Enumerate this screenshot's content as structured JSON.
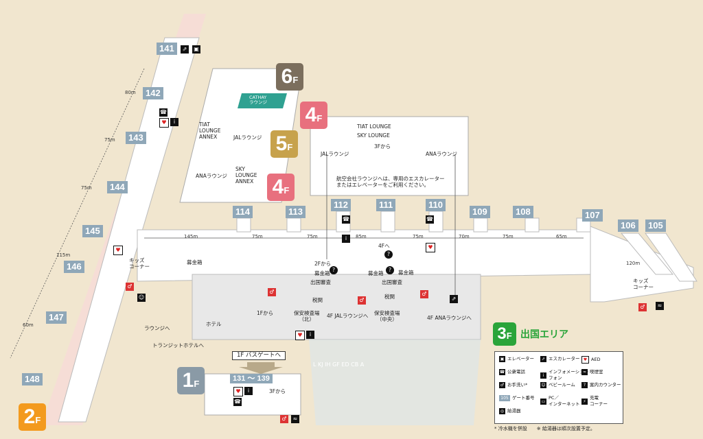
{
  "floors": {
    "f2": "2",
    "f3": "3",
    "f4a": "4",
    "f4b": "4",
    "f5": "5",
    "f6": "6",
    "f1": "1",
    "suffix": "F"
  },
  "area_title": "出国エリア",
  "gates": [
    "141",
    "142",
    "143",
    "144",
    "145",
    "146",
    "147",
    "148",
    "114",
    "113",
    "112",
    "111",
    "110",
    "109",
    "108",
    "107",
    "106",
    "105"
  ],
  "bus_gates": "131 〜 139",
  "bus_banner": "1F バスゲートへ",
  "distances": [
    "80m",
    "75m",
    "75m",
    "115m",
    "60m",
    "145m",
    "75m",
    "75m",
    "85m",
    "75m",
    "70m",
    "75m",
    "65m",
    "120m"
  ],
  "labels": {
    "cathay": "CATHAY\nラウンジ",
    "tiat_annex": "TIAT\nLOUNGE\nANNEX",
    "jal_lounge6": "JALラウンジ",
    "ana_lounge5": "ANAラウンジ",
    "sky_annex": "SKY\nLOUNGE\nANNEX",
    "tiat_lounge": "TIAT LOUNGE",
    "sky_lounge": "SKY LOUNGE",
    "from3f": "3Fから",
    "jal_lounge4": "JALラウンジ",
    "ana_lounge4": "ANAラウンジ",
    "lounge_note": "航空会社ラウンジへは、専用のエスカレーター\nまたはエレベーターをご利用ください。",
    "kids_w": "キッズ\nコーナー",
    "kids_e": "キッズ\nコーナー",
    "lounge_to": "ラウンジへ",
    "transit_hotel": "トランジットホテルへ",
    "hotel": "ホテル",
    "from1f": "1Fから",
    "security_n": "保安検査場\n（北）",
    "security_c": "保安検査場\n（中央）",
    "jal_to": "4F JALラウンジへ",
    "ana_to": "4F ANAラウンジへ",
    "immig_w": "出国審査",
    "immig_c": "出国審査",
    "customs_w": "税関",
    "customs_c": "税関",
    "from2f": "2Fから",
    "donation_w": "募金箱",
    "donation_c": "募金箱",
    "donation_e": "募金箱",
    "donation_x": "募金箱",
    "to4f": "4Fへ",
    "from3f_1f": "3Fから",
    "checkin": "L  KJ  IH GF  ED  CB  A"
  },
  "legend": [
    {
      "icon": "elevator-icon",
      "glyph": "▣",
      "text": "エレベーター"
    },
    {
      "icon": "escalator-icon",
      "glyph": "⇗",
      "text": "エスカレーター"
    },
    {
      "icon": "aed-icon",
      "glyph": "♥",
      "text": "AED"
    },
    {
      "icon": "phone-icon",
      "glyph": "☎",
      "text": "公衆電話"
    },
    {
      "icon": "info-phone-icon",
      "glyph": "i",
      "text": "インフォメーション\nフォン"
    },
    {
      "icon": "smoking-icon",
      "glyph": "≈",
      "text": "喫煙室"
    },
    {
      "icon": "restroom-icon",
      "glyph": "♂",
      "text": "お手洗い*"
    },
    {
      "icon": "baby-room-icon",
      "glyph": "☺",
      "text": "ベビールーム"
    },
    {
      "icon": "info-counter-icon",
      "glyph": "?",
      "text": "案内カウンター"
    },
    {
      "icon": "gate-number-icon",
      "glyph": "105",
      "text": "ゲート番号"
    },
    {
      "icon": "pc-icon",
      "glyph": "▭",
      "text": "PC／\nインターネット"
    },
    {
      "icon": "charging-icon",
      "glyph": "⚡",
      "text": "充電\nコーナー"
    },
    {
      "icon": "water-icon",
      "glyph": "◎",
      "text": "給湯器"
    }
  ],
  "footnote": "* 冷水機を併設　　※ 給湯器は順次設置予定。",
  "colors": {
    "gate": "#8fa7b8",
    "f2": "#f39a1e",
    "f3": "#2aa43a",
    "f4": "#e8707e",
    "f5": "#c7a24c",
    "f6": "#7b6e5d",
    "f1": "#8a9aa6",
    "concourse": "#ffffff",
    "bg": "#f1e6cf"
  }
}
